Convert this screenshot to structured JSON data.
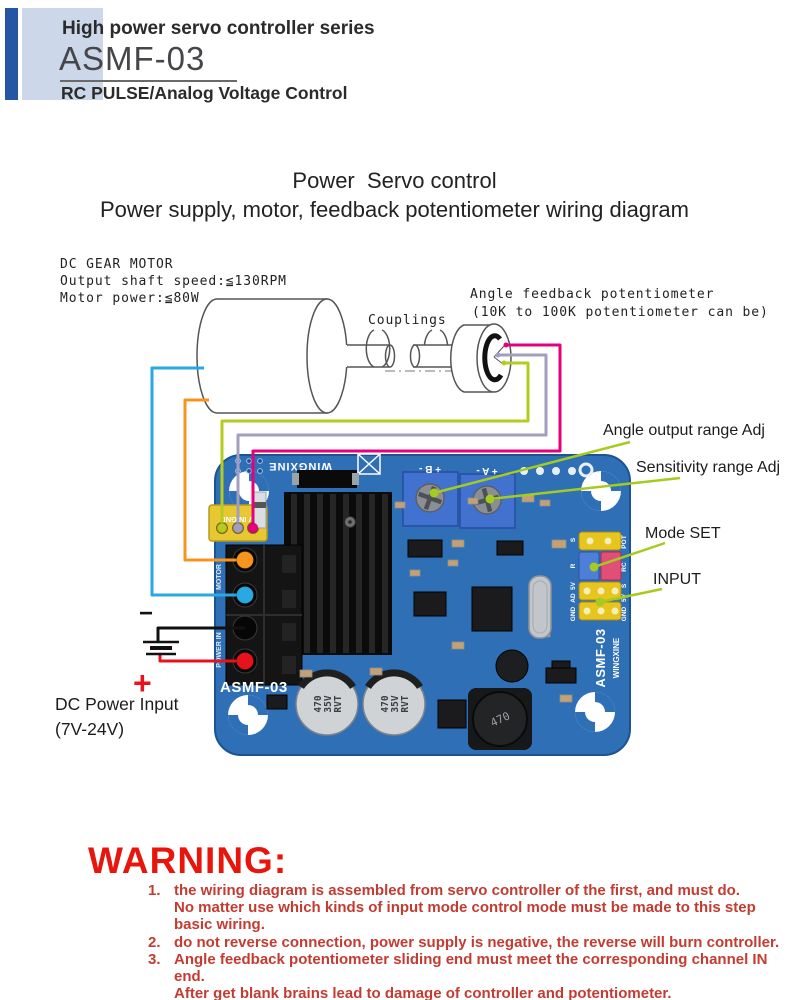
{
  "header": {
    "series": "High power servo controller series",
    "model": "ASMF-03",
    "subtitle": "RC PULSE/Analog Voltage Control"
  },
  "title": {
    "line1": "Power  Servo control",
    "line2": "Power supply, motor, feedback potentiometer wiring diagram"
  },
  "motor": {
    "name": "DC GEAR MOTOR",
    "spec_speed": "Output shaft speed:≦130RPM",
    "spec_power": "Motor power:≦80W"
  },
  "labels": {
    "couplings": "Couplings",
    "pot_line1": "Angle feedback potentiometer",
    "pot_line2": "(10K to 100K potentiometer can be)",
    "angle_adj": "Angle output range Adj",
    "sensitivity_adj": "Sensitivity range Adj",
    "mode_set": "Mode SET",
    "input": "INPUT",
    "minus": "−",
    "plus": "+",
    "power_line1": "DC Power Input",
    "power_line2": "(7V-24V)"
  },
  "pcb": {
    "brand_top": "WINGXINE",
    "trimmer_b": "+ B -",
    "trimmer_a": "+ A -",
    "servo_header": "5V IN GND",
    "board_name": "ASMF-03",
    "side_motor": "MOTOR",
    "side_power": "POWER IN",
    "cap_lines": [
      "470",
      "35V",
      "RVT"
    ],
    "inductor_value": "470",
    "vertical_name": "ASMF-03",
    "vertical_brand": "WINGXINE",
    "jumper_left": [
      "S",
      "R",
      "5V",
      "AD",
      "GND"
    ],
    "jumper_right": [
      "POT",
      "RC",
      "S",
      "5V",
      "GND"
    ]
  },
  "warning": {
    "title": "WARNING:",
    "item1_num": "1.",
    "item1_lines": [
      "the wiring diagram is assembled from servo controller of the first, and must do.",
      "No matter use which kinds of input mode control mode must be made to this step",
      "basic wiring."
    ],
    "item2_num": "2.",
    "item2_lines": [
      "do not reverse connection, power supply is negative, the reverse will burn controller."
    ],
    "item3_num": "3.",
    "item3_lines": [
      "Angle feedback potentiometer sliding end must meet the corresponding channel IN end.",
      "After get blank brains lead to damage of controller and potentiometer."
    ]
  },
  "colors": {
    "wire_blue": "#29a9e1",
    "wire_orange": "#f7941d",
    "wire_magenta": "#e6007e",
    "wire_gray": "#a19ec0",
    "wire_green": "#b5cb1f",
    "wire_red": "#e8121c",
    "wire_black": "#111111",
    "callout_green": "#a6cb1f",
    "pcb_blue": "#2e6fb6",
    "header_navy": "#2456a4",
    "header_light": "#ccd7e9",
    "warning_red": "#e8150d",
    "warning_text_red": "#c43b31"
  }
}
